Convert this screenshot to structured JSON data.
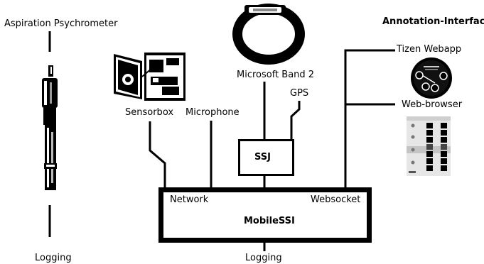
{
  "labels": {
    "aspiration": "Aspiration Psychrometer",
    "logging_left": "Logging",
    "sensorbox": "Sensorbox",
    "microphone": "Microphone",
    "band": "Microsoft Band 2",
    "gps": "GPS",
    "ssj": "SSJ",
    "annotation": "Annotation-Interface",
    "tizen": "Tizen Webapp",
    "webbrowser": "Web-browser",
    "network": "Network",
    "websocket": "Websocket",
    "mobilessi": "MobileSSI",
    "logging_bottom": "Logging"
  }
}
